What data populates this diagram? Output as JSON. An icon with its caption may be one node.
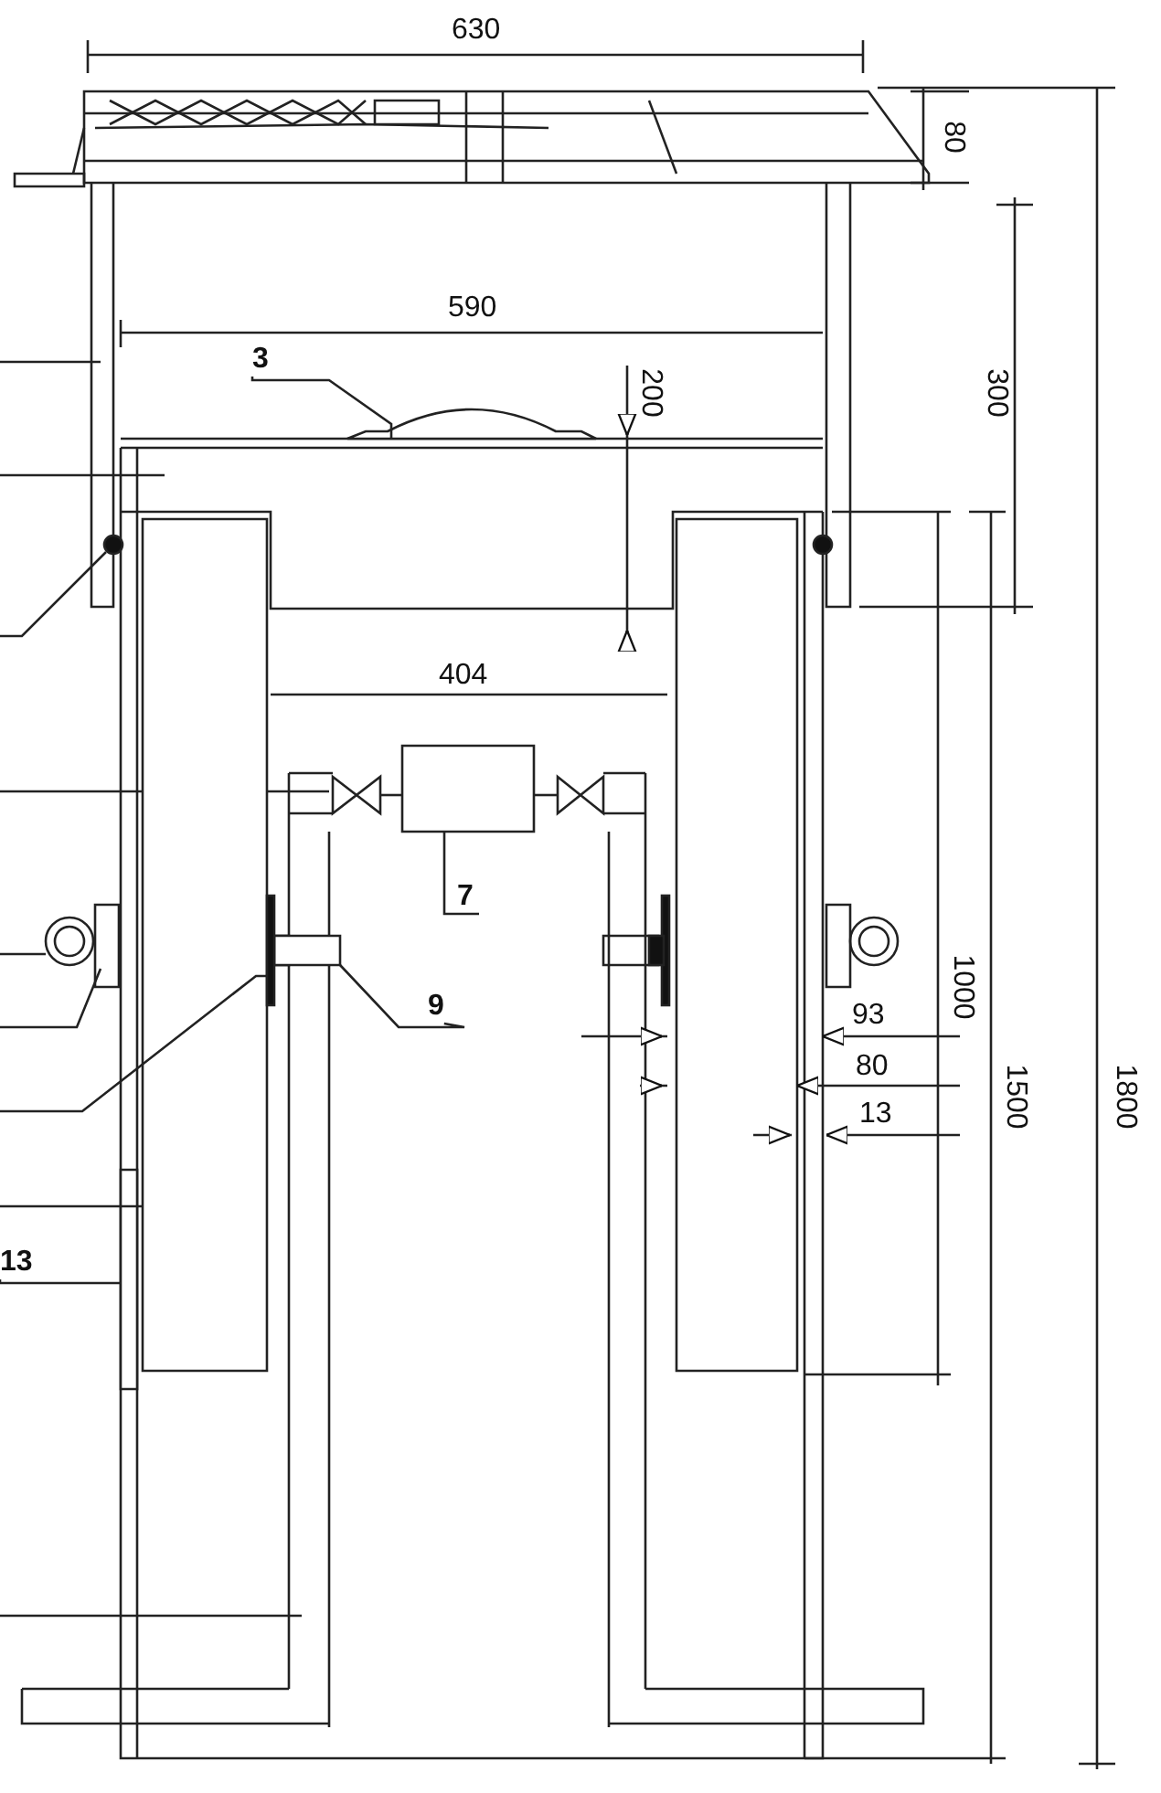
{
  "diagram": {
    "nodes": [
      {
        "text": [
          "3"
        ]
      },
      {
        "text": [],
        "shape": "dome"
      },
      {
        "text": [
          "7"
        ]
      },
      {
        "text": [],
        "shape": "box"
      },
      {
        "text": [
          "9"
        ]
      },
      {
        "text": [],
        "shape": "box"
      },
      {
        "text": [
          "13"
        ]
      },
      {
        "text": [],
        "shape": "bar"
      },
      {
        "text": [],
        "shape": "box"
      },
      {
        "text": [],
        "shape": "bar"
      }
    ],
    "edges": [
      {
        "from": 0,
        "to": 1,
        "arrow": "none"
      },
      {
        "from": 2,
        "to": 3,
        "arrow": "none"
      },
      {
        "from": 4,
        "to": 5,
        "arrow": "none"
      },
      {
        "from": 6,
        "to": 7,
        "arrow": "none"
      },
      {
        "from": null,
        "to": 8,
        "arrow": "none"
      },
      {
        "from": null,
        "to": 9,
        "arrow": "none"
      }
    ],
    "labels": [
      "630",
      "80",
      "590",
      "300",
      "200",
      "404",
      "1000",
      "93",
      "80",
      "1500",
      "1800",
      "13"
    ]
  }
}
